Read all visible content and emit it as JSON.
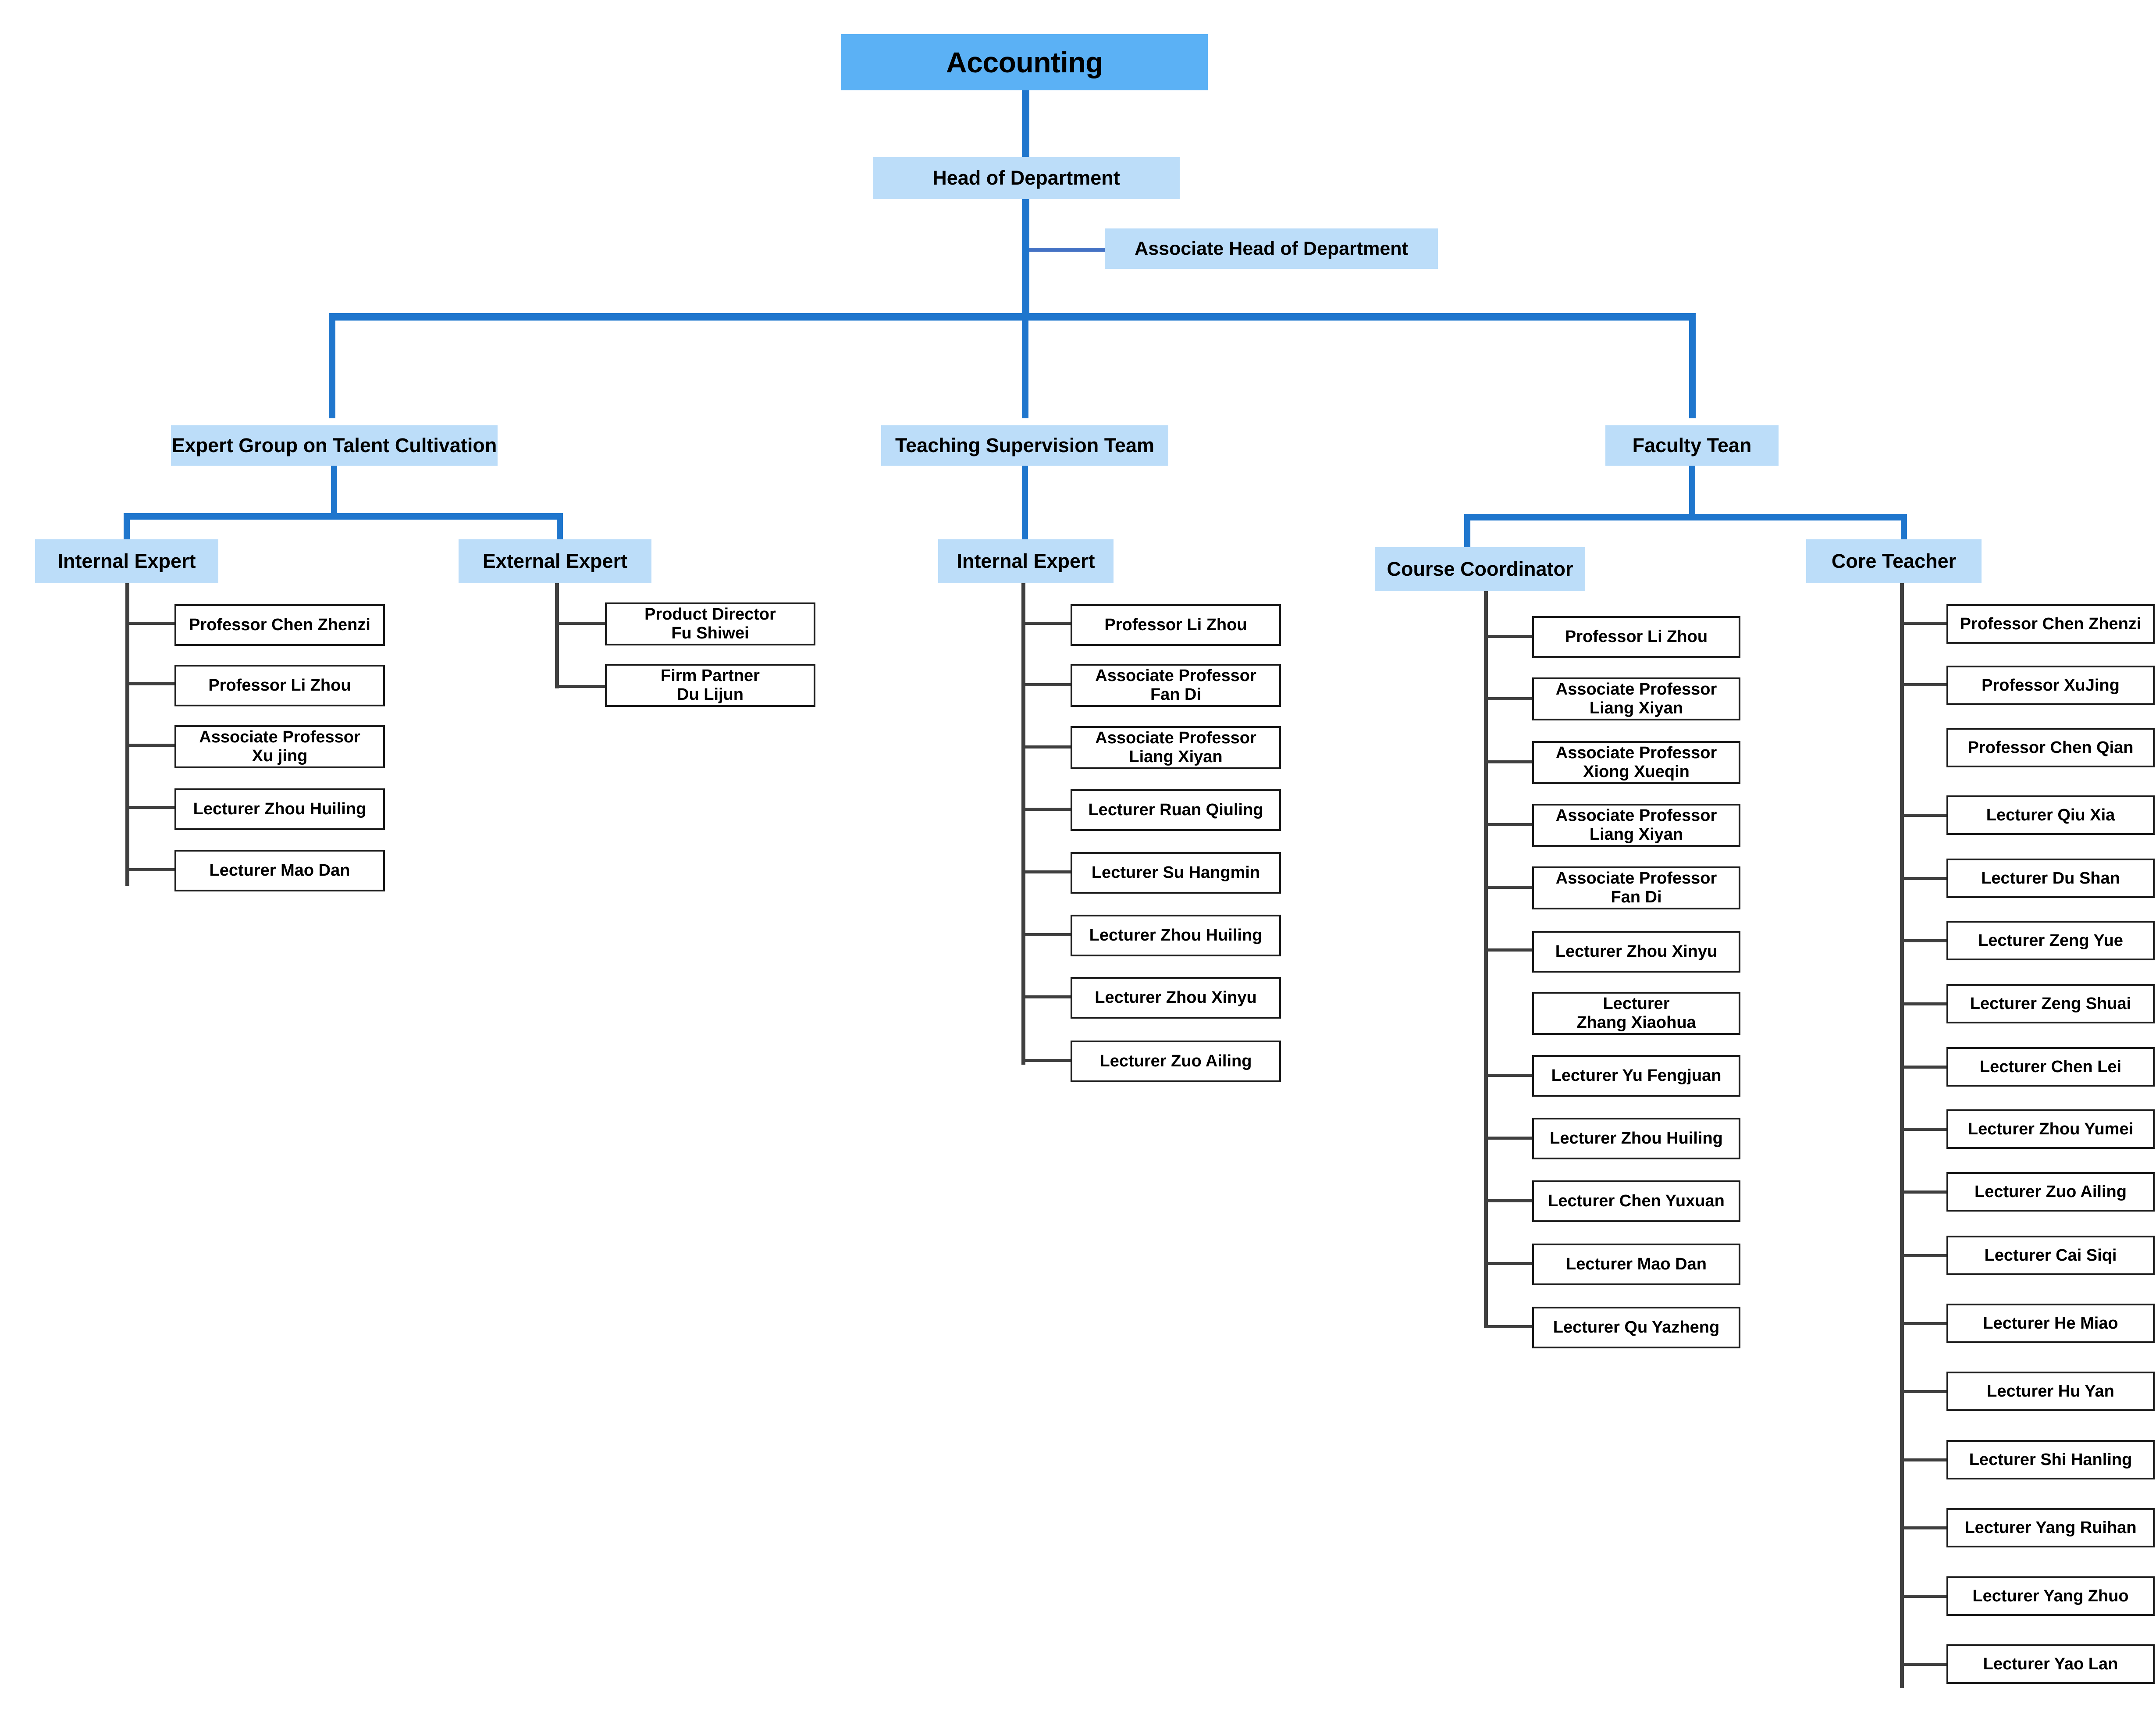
{
  "title": "Accounting",
  "colors": {
    "root_fill": "#5BB1F5",
    "node_fill": "#BCDDF9",
    "connector_blue": "#1F76CD",
    "connector_assoc": "#4472C4",
    "leaf_border": "#1a1a1a",
    "leaf_fill": "#FFFFFF",
    "text": "#000000"
  },
  "root": {
    "label": "Accounting"
  },
  "head": {
    "label": "Head of Department"
  },
  "associate_head": {
    "label": "Associate Head of Department"
  },
  "branches": [
    {
      "id": "expert-group-on-talent-cultivation",
      "label": "Expert Group on Talent Cultivation",
      "groups": [
        {
          "id": "internal-expert",
          "label": "Internal Expert",
          "members": [
            {
              "line1": "Professor Chen Zhenzi",
              "line2": ""
            },
            {
              "line1": "Professor Li Zhou",
              "line2": ""
            },
            {
              "line1": "Associate Professor",
              "line2": "Xu jing"
            },
            {
              "line1": "Lecturer Zhou Huiling",
              "line2": ""
            },
            {
              "line1": "Lecturer Mao Dan",
              "line2": ""
            }
          ]
        },
        {
          "id": "external-expert",
          "label": "External Expert",
          "members": [
            {
              "line1": "Product Director",
              "line2": "Fu Shiwei"
            },
            {
              "line1": "Firm Partner",
              "line2": "Du Lijun"
            }
          ]
        }
      ]
    },
    {
      "id": "teaching-supervision-team",
      "label": "Teaching Supervision Team",
      "groups": [
        {
          "id": "internal-expert-supervision",
          "label": "Internal Expert",
          "members": [
            {
              "line1": "Professor Li Zhou",
              "line2": ""
            },
            {
              "line1": "Associate Professor",
              "line2": "Fan Di"
            },
            {
              "line1": "Associate Professor",
              "line2": "Liang Xiyan"
            },
            {
              "line1": "Lecturer Ruan Qiuling",
              "line2": ""
            },
            {
              "line1": "Lecturer Su Hangmin",
              "line2": ""
            },
            {
              "line1": "Lecturer Zhou Huiling",
              "line2": ""
            },
            {
              "line1": "Lecturer Zhou Xinyu",
              "line2": ""
            },
            {
              "line1": "Lecturer Zuo Ailing",
              "line2": ""
            }
          ]
        }
      ]
    },
    {
      "id": "faculty-tean",
      "label": "Faculty Tean",
      "groups": [
        {
          "id": "course-coordinator",
          "label": "Course Coordinator",
          "members": [
            {
              "line1": "Professor Li Zhou",
              "line2": ""
            },
            {
              "line1": "Associate Professor",
              "line2": "Liang Xiyan"
            },
            {
              "line1": "Associate Professor",
              "line2": "Xiong Xueqin"
            },
            {
              "line1": "Associate Professor",
              "line2": "Liang Xiyan"
            },
            {
              "line1": "Associate Professor",
              "line2": "Fan Di"
            },
            {
              "line1": "Lecturer Zhou Xinyu",
              "line2": ""
            },
            {
              "line1": "Lecturer",
              "line2": "Zhang Xiaohua"
            },
            {
              "line1": "Lecturer Yu Fengjuan",
              "line2": ""
            },
            {
              "line1": "Lecturer Zhou Huiling",
              "line2": ""
            },
            {
              "line1": "Lecturer Chen Yuxuan",
              "line2": ""
            },
            {
              "line1": "Lecturer Mao Dan",
              "line2": ""
            },
            {
              "line1": "Lecturer Qu Yazheng",
              "line2": ""
            }
          ]
        },
        {
          "id": "core-teacher",
          "label": "Core Teacher",
          "members": [
            {
              "line1": "Professor Chen Zhenzi",
              "line2": ""
            },
            {
              "line1": "Professor XuJing",
              "line2": ""
            },
            {
              "line1": "Professor Chen Qian",
              "line2": ""
            },
            {
              "line1": "Lecturer Qiu Xia",
              "line2": ""
            },
            {
              "line1": "Lecturer Du Shan",
              "line2": ""
            },
            {
              "line1": "Lecturer Zeng Yue",
              "line2": ""
            },
            {
              "line1": "Lecturer Zeng Shuai",
              "line2": ""
            },
            {
              "line1": "Lecturer Chen Lei",
              "line2": ""
            },
            {
              "line1": "Lecturer Zhou Yumei",
              "line2": ""
            },
            {
              "line1": "Lecturer Zuo Ailing",
              "line2": ""
            },
            {
              "line1": "Lecturer Cai Siqi",
              "line2": ""
            },
            {
              "line1": "Lecturer He Miao",
              "line2": ""
            },
            {
              "line1": "Lecturer Hu Yan",
              "line2": ""
            },
            {
              "line1": "Lecturer Shi Hanling",
              "line2": ""
            },
            {
              "line1": "Lecturer Yang Ruihan",
              "line2": ""
            },
            {
              "line1": "Lecturer Yang Zhuo",
              "line2": ""
            },
            {
              "line1": "Lecturer Yao Lan",
              "line2": ""
            }
          ]
        }
      ]
    }
  ]
}
